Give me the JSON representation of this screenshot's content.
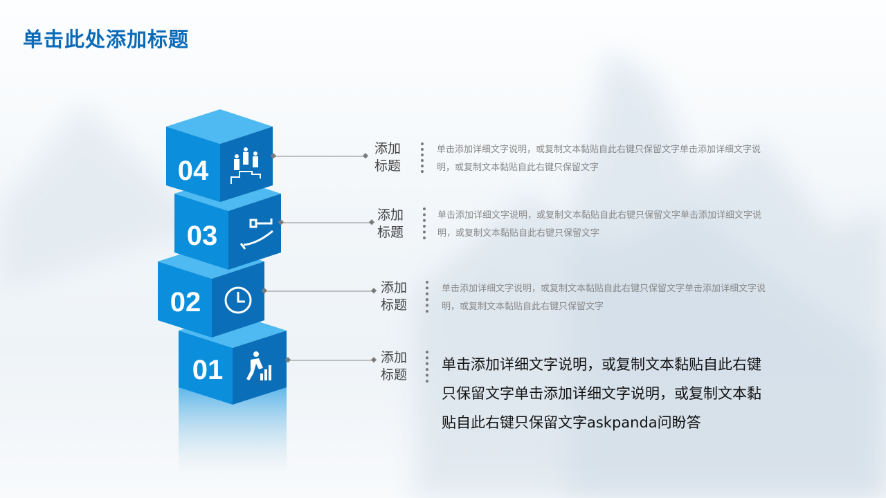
{
  "title": "单击此处添加标题",
  "items": [
    {
      "num": "04",
      "icon": "podium-people-icon",
      "label": "添加标题",
      "desc": "单击添加详细文字说明，或复制文本黏贴自此右键只保留文字单击添加详细文字说明，或复制文本黏贴自此右键只保留文字"
    },
    {
      "num": "03",
      "icon": "hand-key-icon",
      "label": "添加标题",
      "desc": "单击添加详细文字说明，或复制文本黏贴自此右键只保留文字单击添加详细文字说明，或复制文本黏贴自此右键只保留文字"
    },
    {
      "num": "02",
      "icon": "clock-icon",
      "label": "添加标题",
      "desc": "单击添加详细文字说明，或复制文本黏贴自此右键只保留文字单击添加详细文字说明，或复制文本黏贴自此右键只保留文字"
    },
    {
      "num": "01",
      "icon": "climbing-stairs-icon",
      "label": "添加标题",
      "desc": "单击添加详细文字说明，或复制文本黏贴自此右键只保留文字单击添加详细文字说明，或复制文本黏贴自此右键只保留文字askpanda问盼答"
    }
  ],
  "colors": {
    "front": "#0b8fdc",
    "side": "#0a6fb8",
    "top": "#4fb9f2",
    "title": "#0a6ab8"
  }
}
